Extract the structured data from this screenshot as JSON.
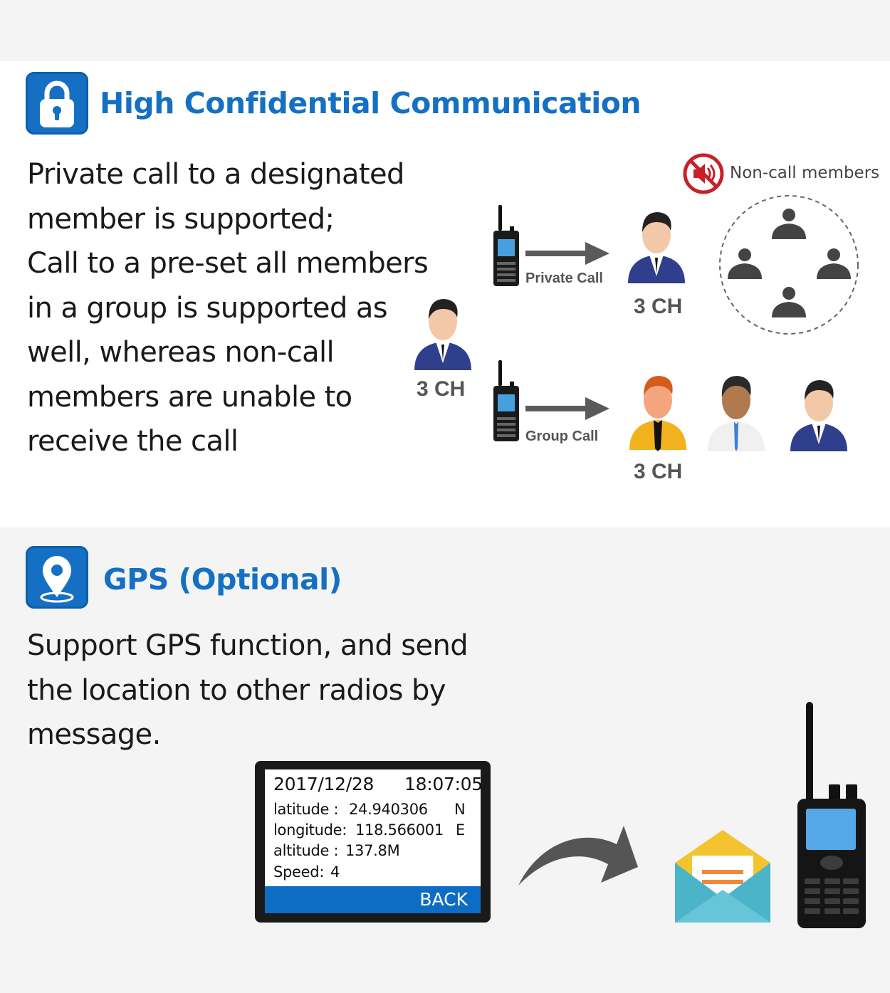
{
  "section1": {
    "title": "High Confidential Communication",
    "icon": "lock-icon",
    "accent_color": "#1570c4",
    "paragraph_lines": [
      "Private call to a designated",
      "member is supported;",
      "Call to a pre-set all members",
      "in a group is supported as",
      "well, whereas non-call",
      "members are unable to",
      "receive the call"
    ],
    "non_call_label": "Non-call members",
    "private_call_label": "Private Call",
    "group_call_label": "Group Call",
    "ch_left": "3 CH",
    "ch_private": "3 CH",
    "ch_group": "3 CH"
  },
  "section2": {
    "title": "GPS (Optional)",
    "icon": "location-pin-icon",
    "paragraph_lines": [
      "Support GPS function, and send",
      "the location to other radios by",
      "message."
    ],
    "screen": {
      "date": "2017/12/28",
      "time": "18:07:05",
      "latitude_label": "latitude :",
      "latitude_value": "24.940306",
      "latitude_dir": "N",
      "longitude_label": "longitude:",
      "longitude_value": "118.566001",
      "longitude_dir": "E",
      "altitude_label": "altitude :",
      "altitude_value": "137.8M",
      "speed_label": "Speed:",
      "speed_value": "4",
      "back_label": "BACK"
    }
  }
}
